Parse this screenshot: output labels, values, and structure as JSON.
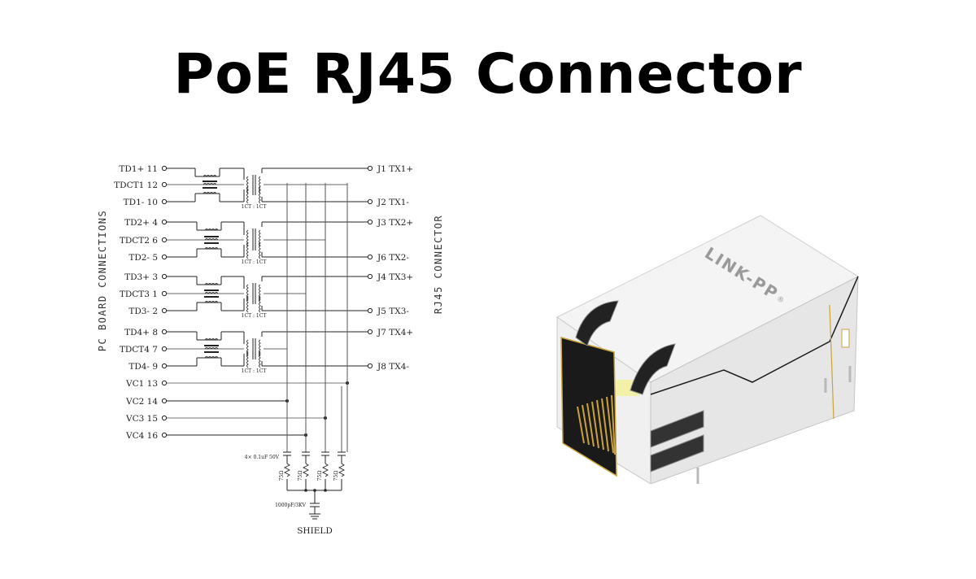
{
  "title": "PoE RJ45 Connector",
  "schematic": {
    "left_side_label": "PC BOARD CONNECTIONS",
    "right_side_label": "RJ45 CONNECTOR",
    "pc_pins": [
      {
        "label": "TD1+ 11"
      },
      {
        "label": "TDCT1 12"
      },
      {
        "label": "TD1- 10"
      },
      {
        "label": "TD2+ 4"
      },
      {
        "label": "TDCT2 6"
      },
      {
        "label": "TD2- 5"
      },
      {
        "label": "TD3+ 3"
      },
      {
        "label": "TDCT3 1"
      },
      {
        "label": "TD3- 2"
      },
      {
        "label": "TD4+ 8"
      },
      {
        "label": "TDCT4 7"
      },
      {
        "label": "TD4- 9"
      },
      {
        "label": "VC1 13"
      },
      {
        "label": "VC2 14"
      },
      {
        "label": "VC3 15"
      },
      {
        "label": "VC4 16"
      }
    ],
    "rj45_pins": [
      {
        "label": "J1  TX1+"
      },
      {
        "label": "J2  TX1-"
      },
      {
        "label": "J3  TX2+"
      },
      {
        "label": "J6  TX2-"
      },
      {
        "label": "J4  TX3+"
      },
      {
        "label": "J5  TX3-"
      },
      {
        "label": "J7  TX4+"
      },
      {
        "label": "J8  TX4-"
      }
    ],
    "transformer_ratio": "1CT : 1CT",
    "cap_label": "4× 0.1uF 50V",
    "resistor_label": "75Ω",
    "shield_cap_label": "1000pF/3KV",
    "shield_label": "SHIELD"
  },
  "product": {
    "brand": "LINK-PP",
    "registered": "®",
    "colors": {
      "shell": "#eeeeee",
      "cavity": "#1a1a1a",
      "gold": "#c9a23c",
      "led": "#f3f0a8"
    }
  }
}
